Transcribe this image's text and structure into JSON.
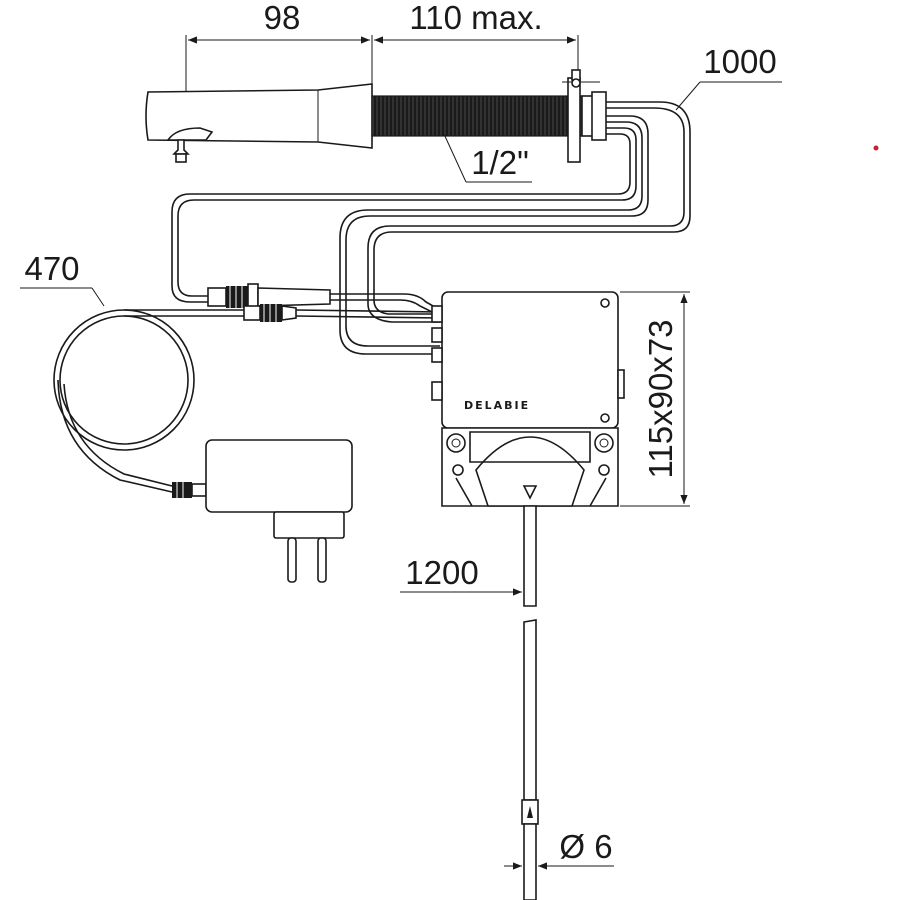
{
  "dimensions": {
    "spout_length": "98",
    "thread_length": "110 max.",
    "cable_length": "1000",
    "thread_size": "1/2\"",
    "adapter_cable_length": "470",
    "box_size": "115x90x73",
    "hose_length": "1200",
    "hose_diameter": "Ø 6"
  },
  "box": {
    "brand": "DELABIE"
  },
  "colors": {
    "line": "#1a1a1a",
    "thread": "#1a1a1a",
    "marker_dot": "#c8202f"
  }
}
